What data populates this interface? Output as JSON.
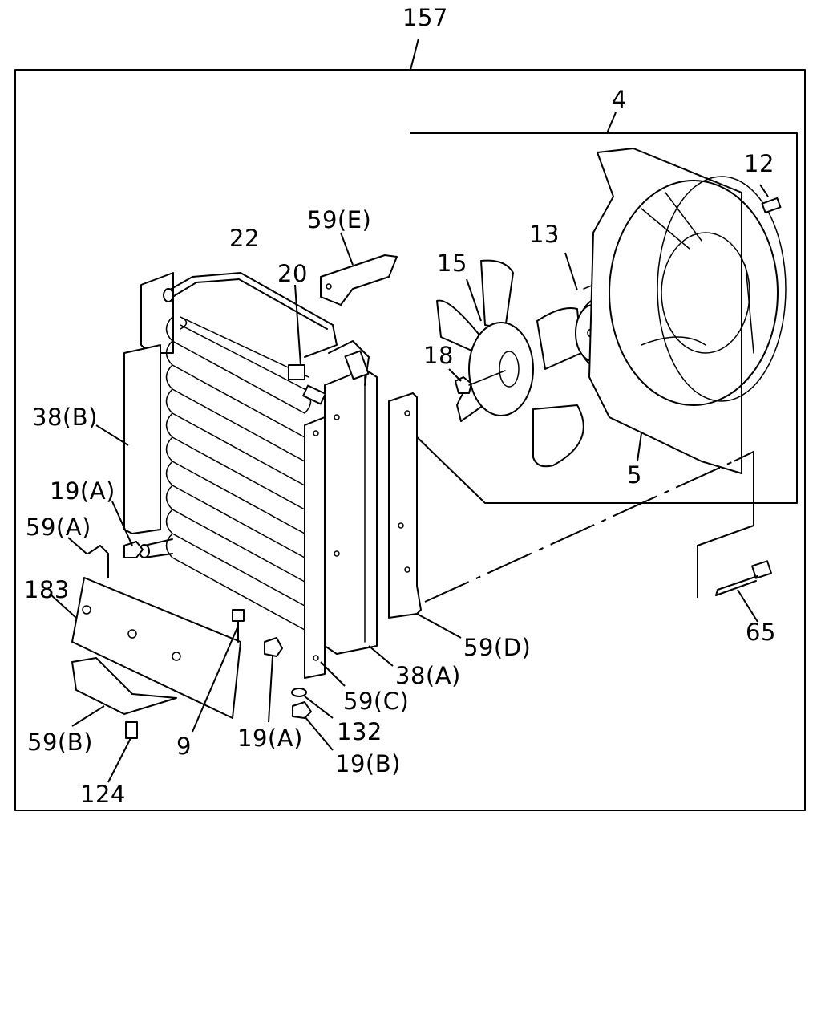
{
  "diagram": {
    "callouts": {
      "c157": "157",
      "c4": "4",
      "c12": "12",
      "c13": "13",
      "c15": "15",
      "c18": "18",
      "c5": "5",
      "c65": "65",
      "c22": "22",
      "c20": "20",
      "c59e": "59(E)",
      "c38b": "38(B)",
      "c19a_top": "19(A)",
      "c59a": "59(A)",
      "c183": "183",
      "c59d": "59(D)",
      "c38a": "38(A)",
      "c59c": "59(C)",
      "c132": "132",
      "c19a_bottom": "19(A)",
      "c19b": "19(B)",
      "c59b": "59(B)",
      "c9": "9",
      "c124": "124"
    }
  }
}
